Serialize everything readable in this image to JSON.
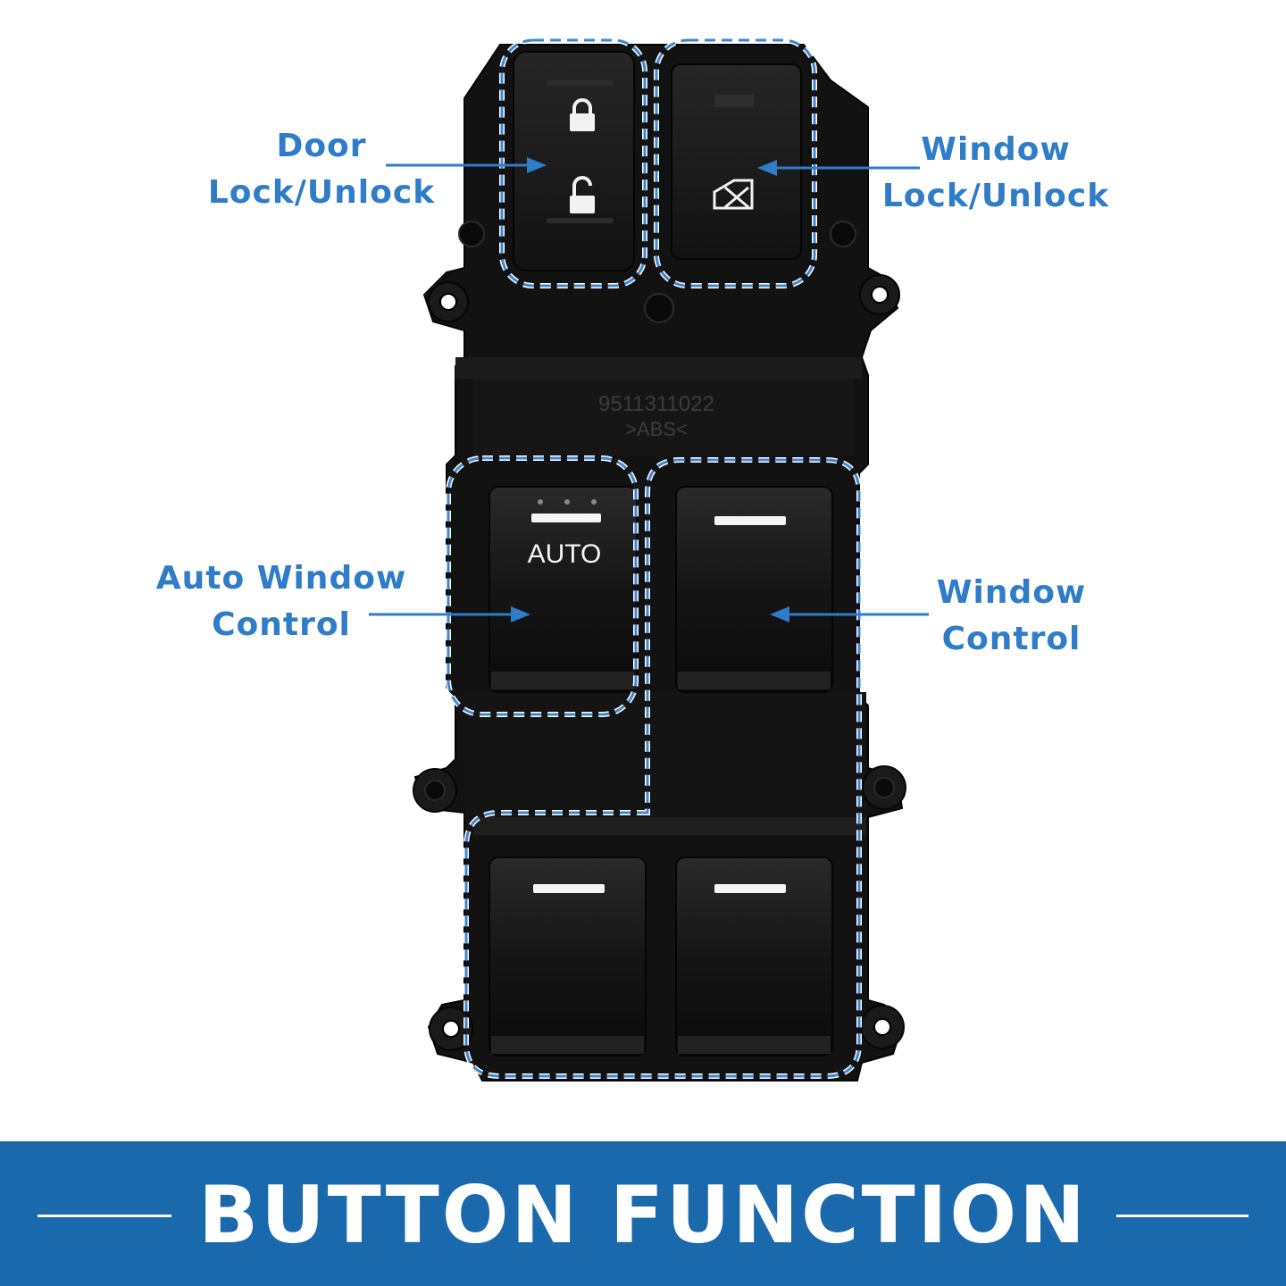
{
  "callouts": {
    "door_lock": [
      "Door",
      "Lock/Unlock"
    ],
    "window_lock": [
      "Window",
      "Lock/Unlock"
    ],
    "auto_window": [
      "Auto Window",
      "Control"
    ],
    "window_control": [
      "Window",
      "Control"
    ]
  },
  "switch": {
    "part_number": "9511311022",
    "material": ">ABS<",
    "auto_button_text": "AUTO"
  },
  "banner": {
    "title": "BUTTON FUNCTION"
  },
  "colors": {
    "accent": "#2f7cc8",
    "banner": "#1a69ad",
    "housing": "#111111",
    "dash_outline": "#3f86d0"
  }
}
